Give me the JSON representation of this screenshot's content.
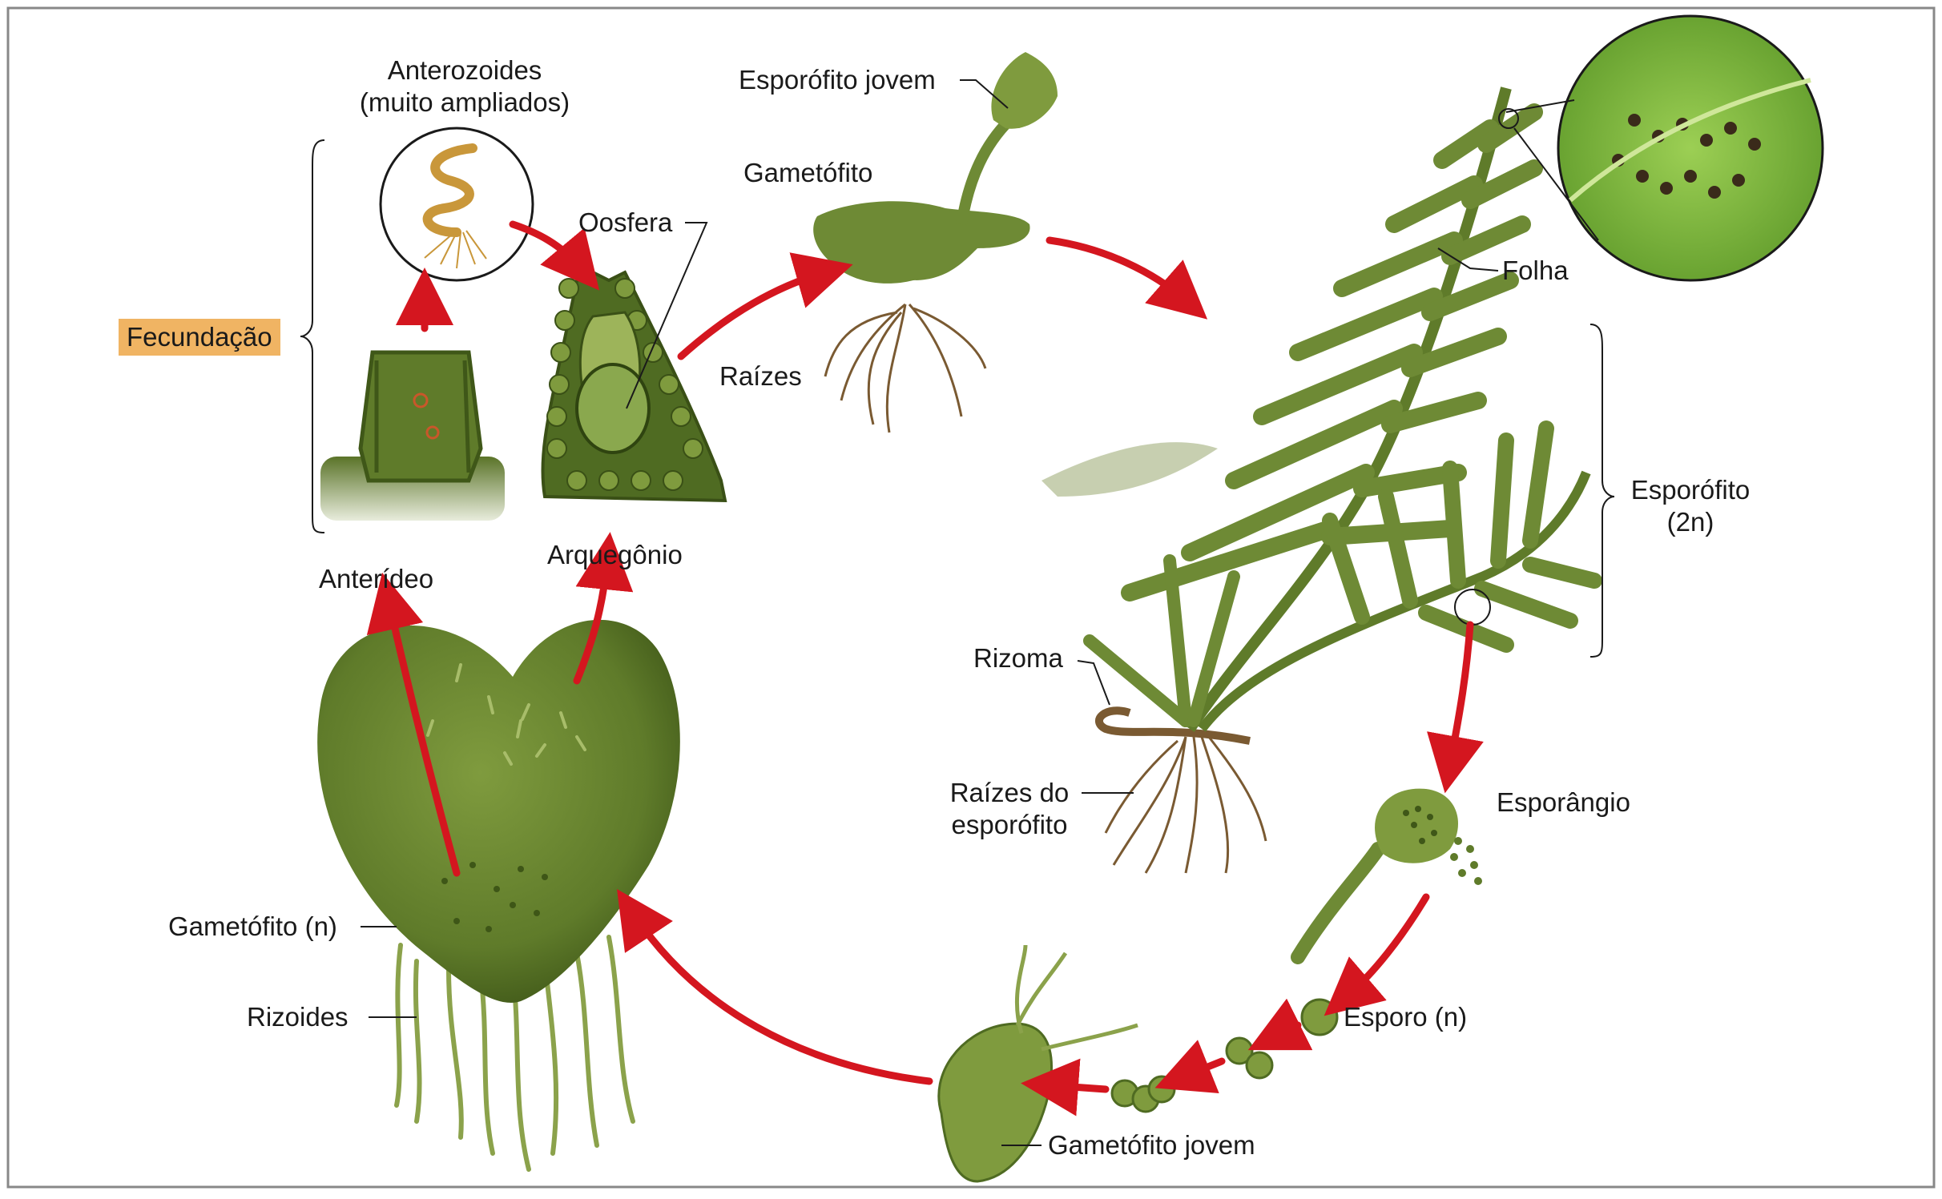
{
  "labels": {
    "anterozoides_1": "Anterozoides",
    "anterozoides_2": "(muito ampliados)",
    "fecundacao": "Fecundação",
    "oosfera": "Oosfera",
    "raizes": "Raízes",
    "anterideo": "Anterídeo",
    "arquegonio": "Arquegônio",
    "esporofito_jovem": "Esporófito jovem",
    "gametofito": "Gametófito",
    "folha": "Folha",
    "esporofito_1": "Esporófito",
    "esporofito_2": "(2n)",
    "rizoma": "Rizoma",
    "raizes_esporofito_1": "Raízes do",
    "raizes_esporofito_2": "esporófito",
    "esporangio": "Esporângio",
    "esporo": "Esporo (n)",
    "gametofito_n": "Gametófito (n)",
    "rizoides": "Rizoides",
    "gametofito_jovem": "Gametófito jovem"
  },
  "colors": {
    "plant_dark": "#4f6b22",
    "plant_mid": "#6e8a35",
    "plant_light": "#9db45a",
    "arrow_red": "#d4161f",
    "highlight": "#f0b463",
    "root_brown": "#7a5a32",
    "sperm_gold": "#c9973a"
  }
}
